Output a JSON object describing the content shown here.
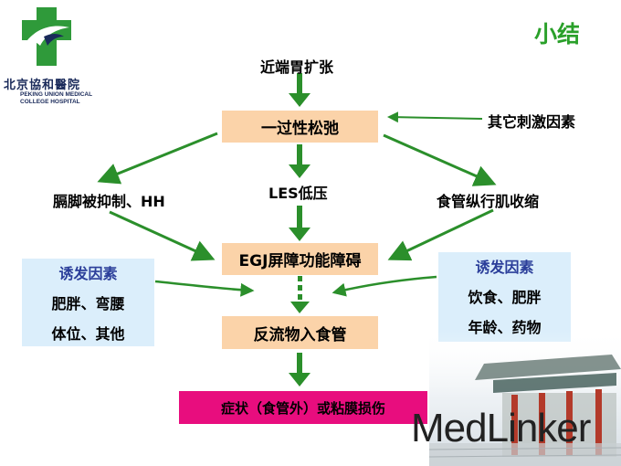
{
  "header": {
    "title": "小结",
    "logo_text": "北京協和醫院",
    "logo_english_line1": "PEKING UNION MEDICAL",
    "logo_english_line2": "COLLEGE HOSPITAL"
  },
  "flow": {
    "top_cause": "近端胃扩张",
    "tlesr_box": "一过性松弛",
    "other_stimuli": "其它刺激因素",
    "left_branch": "膈脚被抑制、HH",
    "center_branch": "LES低压",
    "right_branch": "食管纵行肌收缩",
    "egj_box": "EGJ屏障功能障碍",
    "reflux_box": "反流物入食管",
    "result_box": "症状（食管外）或粘膜损伤"
  },
  "left_factors": {
    "heading": "诱发因素",
    "line1": "肥胖、弯腰",
    "line2": "体位、其他"
  },
  "right_factors": {
    "heading": "诱发因素",
    "line1": "饮食、肥胖",
    "line2": "年龄、药物"
  },
  "watermark": "MedLinker",
  "colors": {
    "arrow_green": "#2b8f2b",
    "box_orange": "#fbd3a9",
    "factor_blue": "#dbeefb",
    "result_magenta": "#e80d7e",
    "title_green": "#2aa02a"
  }
}
